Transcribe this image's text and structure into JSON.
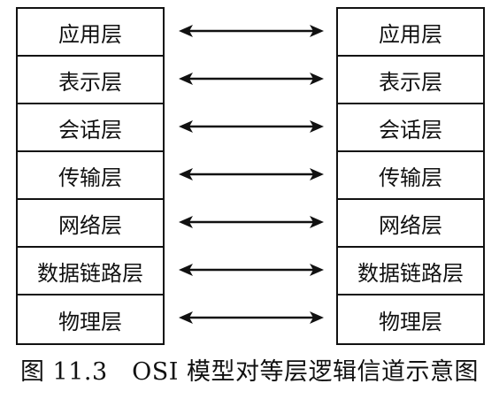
{
  "left_stack": {
    "layers": [
      "应用层",
      "表示层",
      "会话层",
      "传输层",
      "网络层",
      "数据链路层",
      "物理层"
    ]
  },
  "right_stack": {
    "layers": [
      "应用层",
      "表示层",
      "会话层",
      "传输层",
      "网络层",
      "数据链路层",
      "物理层"
    ]
  },
  "caption": "图 11.3　OSI 模型对等层逻辑信道示意图",
  "colors": {
    "line": "#111111",
    "background": "#ffffff"
  }
}
